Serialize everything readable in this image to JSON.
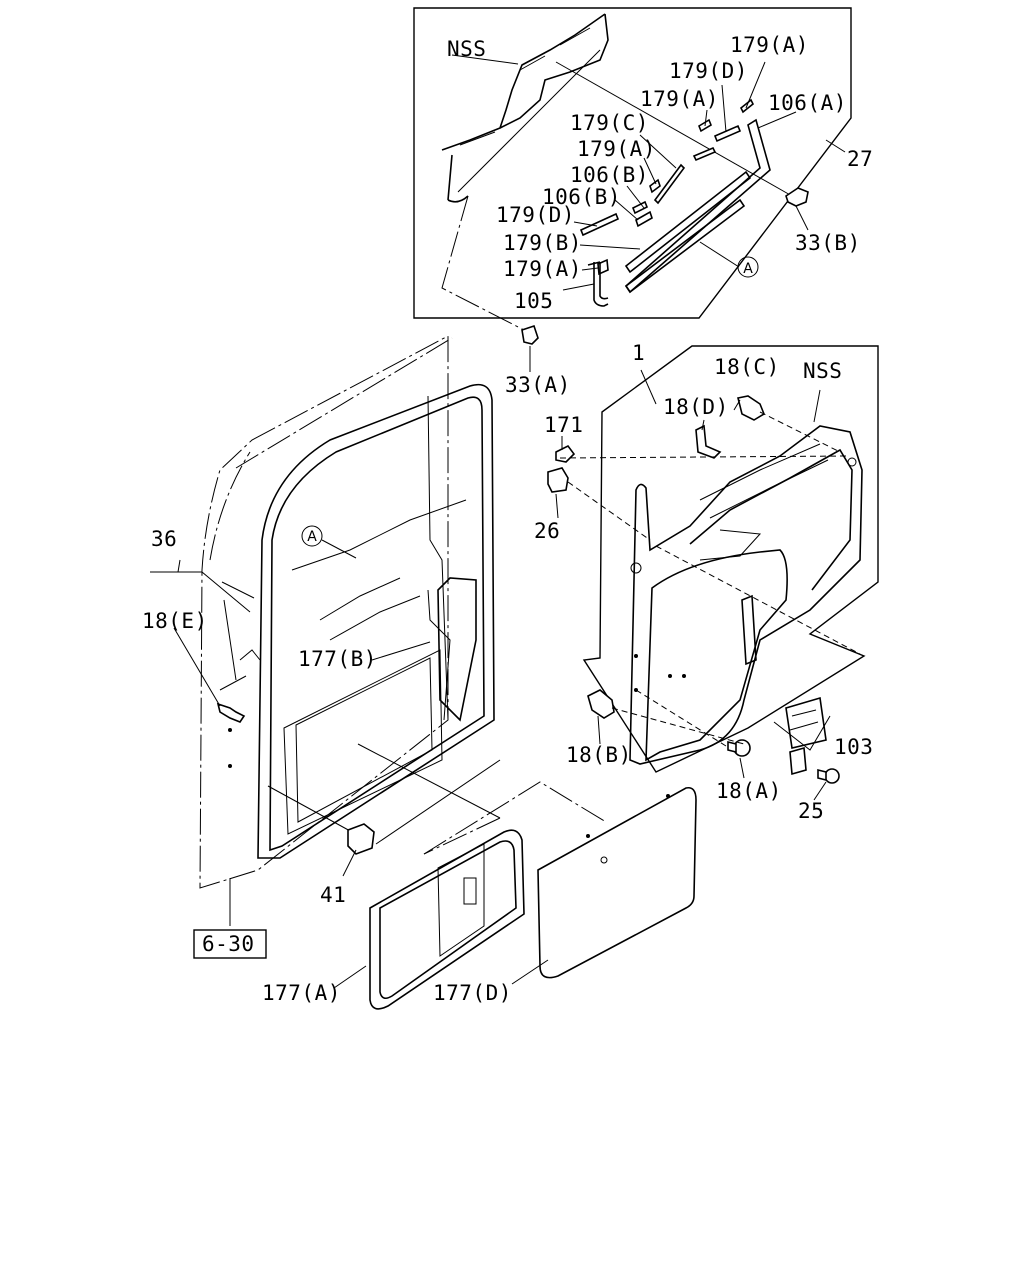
{
  "labels": {
    "nss_top": "NSS",
    "p179a_1": "179(A)",
    "p179d_1": "179(D)",
    "p179a_2": "179(A)",
    "p106a": "106(A)",
    "p179c": "179(C)",
    "p27": "27",
    "p179a_3": "179(A)",
    "p106b_1": "106(B)",
    "p106b_2": "106(B)",
    "p179d_2": "179(D)",
    "p33b": "33(B)",
    "p179b": "179(B)",
    "p179a_4": "179(A)",
    "marker_a_top": "A",
    "p105": "105",
    "p33a": "33(A)",
    "p1": "1",
    "p18c": "18(C)",
    "nss_mid": "NSS",
    "p18d": "18(D)",
    "p171": "171",
    "p26": "26",
    "p36": "36",
    "marker_a_door": "A",
    "p18e": "18(E)",
    "p177b": "177(B)",
    "p103": "103",
    "p18b": "18(B)",
    "p18a": "18(A)",
    "p25": "25",
    "p41": "41",
    "ref_6_30": "6-30",
    "p177a": "177(A)",
    "p177d": "177(D)"
  }
}
